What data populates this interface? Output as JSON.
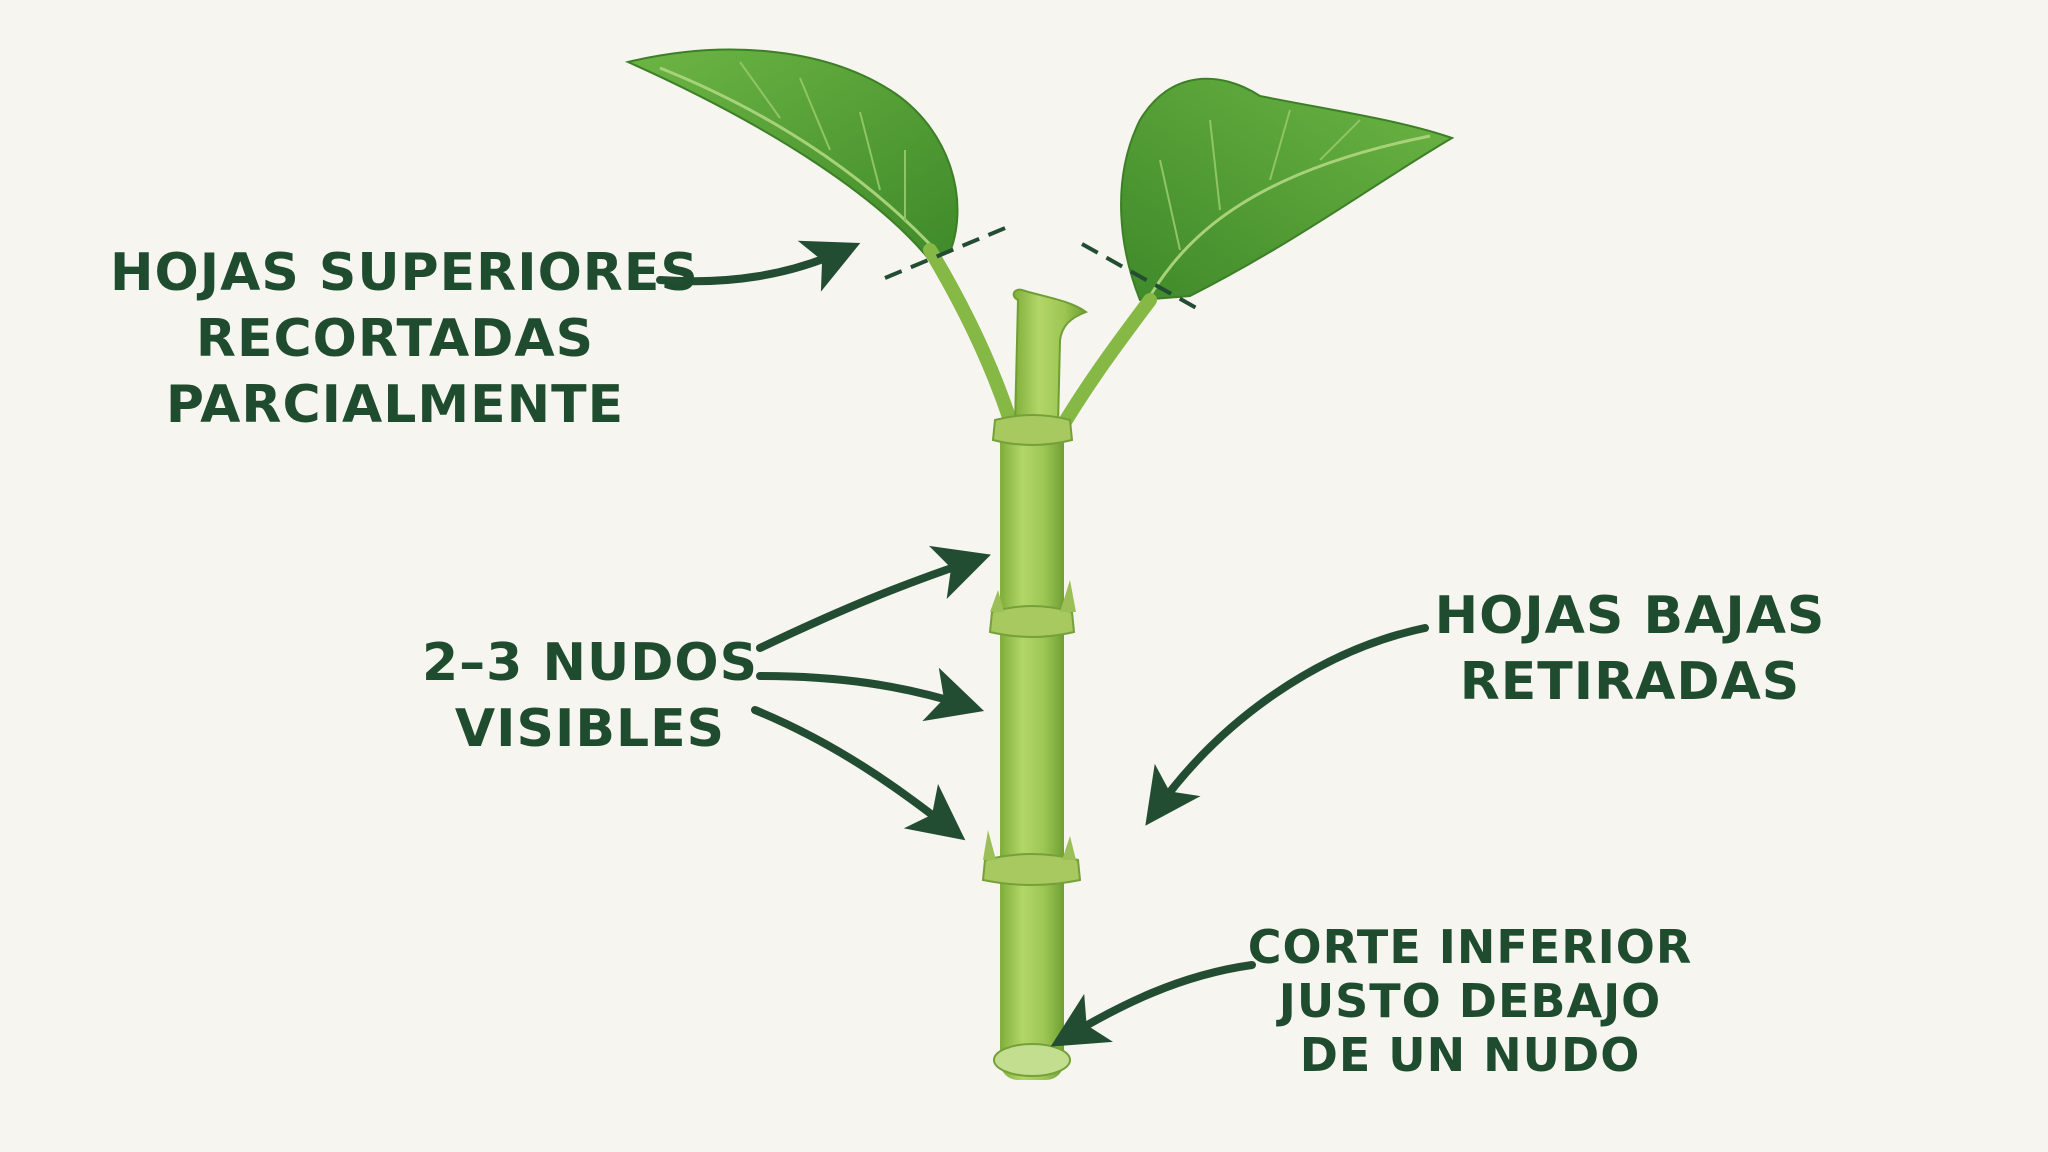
{
  "colors": {
    "background": "#f6f5ef",
    "label_text": "#1f4b2e",
    "arrow": "#234d32",
    "stem": "#9bc64f",
    "leaf": "#5fa83a",
    "leaf_dark": "#3f8a2a"
  },
  "labels": {
    "top_leaves": [
      "HOJAS SUPERIORES",
      "RECORTADAS",
      "PARCIALMENTE"
    ],
    "nodes": [
      "2–3 NUDOS",
      "VISIBLES"
    ],
    "low_leaves": [
      "HOJAS BAJAS",
      "RETIRADAS"
    ],
    "bottom_cut": [
      "CORTE INFERIOR",
      "JUSTO DEBAJO",
      "DE UN NUDO"
    ]
  }
}
